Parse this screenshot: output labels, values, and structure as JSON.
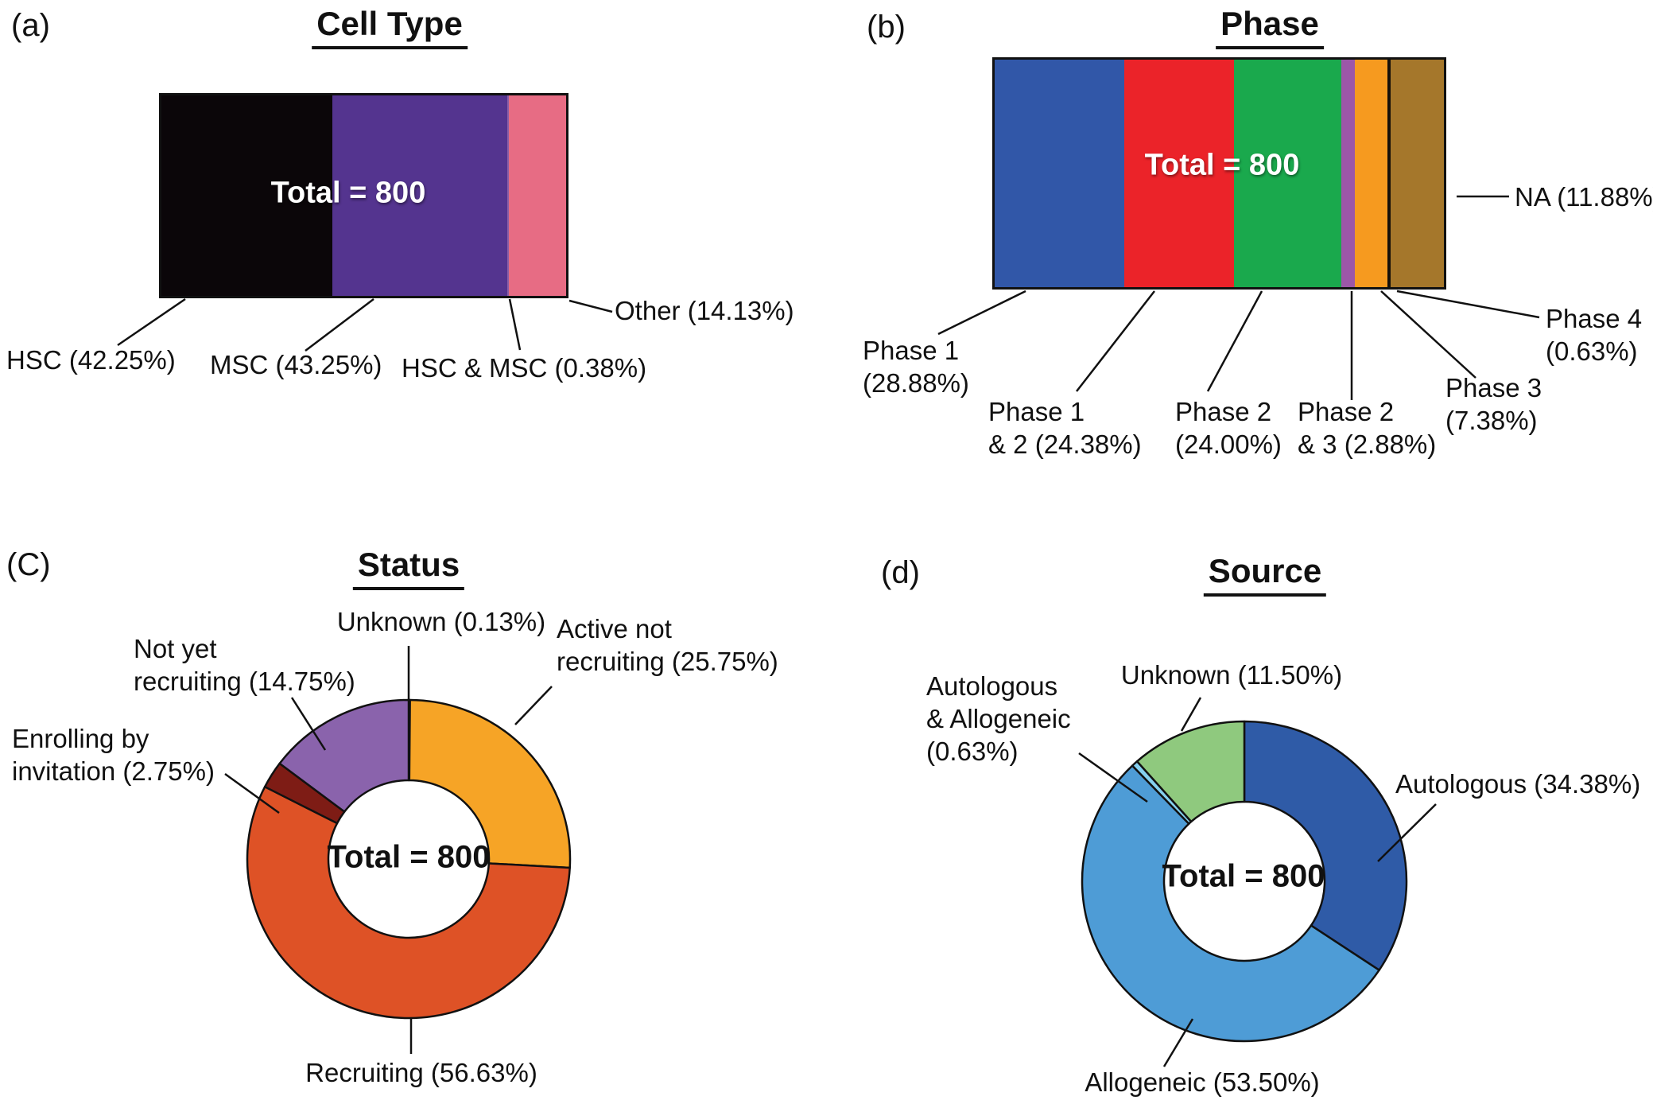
{
  "figure": {
    "background": "#ffffff",
    "line_color": "#111111",
    "panels": [
      {
        "id": "a",
        "letter": "(a)",
        "title": "Cell Type",
        "total_label": "Total = 800",
        "kind": "stacked-bar",
        "segments": [
          {
            "label": "HSC",
            "pct": 42.25,
            "color": "#0B0609"
          },
          {
            "label": "MSC",
            "pct": 43.25,
            "color": "#54348F"
          },
          {
            "label": "HSC & MSC",
            "pct": 0.38,
            "color": "#8B5FA8"
          },
          {
            "label": "Other",
            "pct": 14.13,
            "color": "#E76C84"
          }
        ],
        "callouts": [
          [
            "HSC (42.25%)"
          ],
          [
            "MSC (43.25%)"
          ],
          [
            "HSC & MSC (0.38%)"
          ],
          [
            "Other (14.13%)"
          ]
        ]
      },
      {
        "id": "b",
        "letter": "(b)",
        "title": "Phase",
        "total_label": "Total = 800",
        "kind": "stacked-bar",
        "segments": [
          {
            "label": "Phase 1",
            "pct": 28.88,
            "color": "#3157A8"
          },
          {
            "label": "Phase 1 & 2",
            "pct": 24.38,
            "color": "#EB2329"
          },
          {
            "label": "Phase 2",
            "pct": 24.0,
            "color": "#1AA94D"
          },
          {
            "label": "Phase 2 & 3",
            "pct": 2.88,
            "color": "#9C57A8"
          },
          {
            "label": "Phase 3",
            "pct": 7.38,
            "color": "#F69A1F"
          },
          {
            "label": "Phase 4",
            "pct": 0.63,
            "color": "#16100A"
          },
          {
            "label": "NA",
            "pct": 11.88,
            "color": "#A5772B"
          }
        ],
        "callouts": [
          [
            "Phase 1",
            "(28.88%)"
          ],
          [
            "Phase 1",
            "& 2 (24.38%)"
          ],
          [
            "Phase 2",
            "(24.00%)"
          ],
          [
            "Phase 2",
            "& 3 (2.88%)"
          ],
          [
            "Phase 3",
            "(7.38%)"
          ],
          [
            "Phase 4",
            "(0.63%)"
          ],
          [
            "NA (11.88%)"
          ]
        ]
      },
      {
        "id": "c",
        "letter": "(C)",
        "title": "Status",
        "total_label": "Total = 800",
        "kind": "donut",
        "segments": [
          {
            "label": "Unknown",
            "pct": 0.13,
            "color": "#BFBFBF"
          },
          {
            "label": "Active not recruiting",
            "pct": 25.75,
            "color": "#F6A426"
          },
          {
            "label": "Recruiting",
            "pct": 56.63,
            "color": "#DE5226"
          },
          {
            "label": "Enrolling by invitation",
            "pct": 2.75,
            "color": "#7E1C15"
          },
          {
            "label": "Not yet recruiting",
            "pct": 14.75,
            "color": "#8A63AC"
          }
        ],
        "callouts": [
          [
            "Unknown (0.13%)"
          ],
          [
            "Not yet",
            "recruiting (14.75%)"
          ],
          [
            "Enrolling by",
            "invitation (2.75%)"
          ],
          [
            "Active not",
            "recruiting (25.75%)"
          ],
          [
            "Recruiting (56.63%)"
          ]
        ]
      },
      {
        "id": "d",
        "letter": "(d)",
        "title": "Source",
        "total_label": "Total = 800",
        "kind": "donut",
        "segments": [
          {
            "label": "Autologous",
            "pct": 34.38,
            "color": "#2F5BA7"
          },
          {
            "label": "Allogeneic",
            "pct": 53.5,
            "color": "#4E9CD6"
          },
          {
            "label": "Autologous & Allogeneic",
            "pct": 0.63,
            "color": "#85D0EF"
          },
          {
            "label": "Unknown",
            "pct": 11.5,
            "color": "#8FC97E"
          }
        ],
        "callouts": [
          [
            "Unknown (11.50%)"
          ],
          [
            "Autologous",
            "& Allogeneic",
            "(0.63%)"
          ],
          [
            "Autologous (34.38%)"
          ],
          [
            "Allogeneic (53.50%)"
          ]
        ]
      }
    ]
  },
  "chart_data": [
    {
      "type": "bar",
      "subtype": "single-100pct-stacked-horizontal",
      "title": "Cell Type",
      "annotation": "Total = 800",
      "total": 800,
      "categories": [
        "HSC",
        "MSC",
        "HSC & MSC",
        "Other"
      ],
      "values": [
        42.25,
        43.25,
        0.38,
        14.13
      ],
      "unit": "%",
      "legend_position": "callout-labels",
      "grid": false
    },
    {
      "type": "bar",
      "subtype": "single-100pct-stacked-horizontal",
      "title": "Phase",
      "annotation": "Total = 800",
      "total": 800,
      "categories": [
        "Phase 1",
        "Phase 1 & 2",
        "Phase 2",
        "Phase 2 & 3",
        "Phase 3",
        "Phase 4",
        "NA"
      ],
      "values": [
        28.88,
        24.38,
        24.0,
        2.88,
        7.38,
        0.63,
        11.88
      ],
      "unit": "%",
      "legend_position": "callout-labels",
      "grid": false
    },
    {
      "type": "pie",
      "subtype": "donut",
      "title": "Status",
      "annotation": "Total = 800",
      "total": 800,
      "categories": [
        "Unknown",
        "Active not recruiting",
        "Recruiting",
        "Enrolling by invitation",
        "Not yet recruiting"
      ],
      "values": [
        0.13,
        25.75,
        56.63,
        2.75,
        14.75
      ],
      "unit": "%",
      "start_angle_deg": 0,
      "direction": "clockwise",
      "legend_position": "callout-labels"
    },
    {
      "type": "pie",
      "subtype": "donut",
      "title": "Source",
      "annotation": "Total = 800",
      "total": 800,
      "categories": [
        "Autologous",
        "Allogeneic",
        "Autologous & Allogeneic",
        "Unknown"
      ],
      "values": [
        34.38,
        53.5,
        0.63,
        11.5
      ],
      "unit": "%",
      "start_angle_deg": 0,
      "direction": "clockwise",
      "legend_position": "callout-labels"
    }
  ]
}
